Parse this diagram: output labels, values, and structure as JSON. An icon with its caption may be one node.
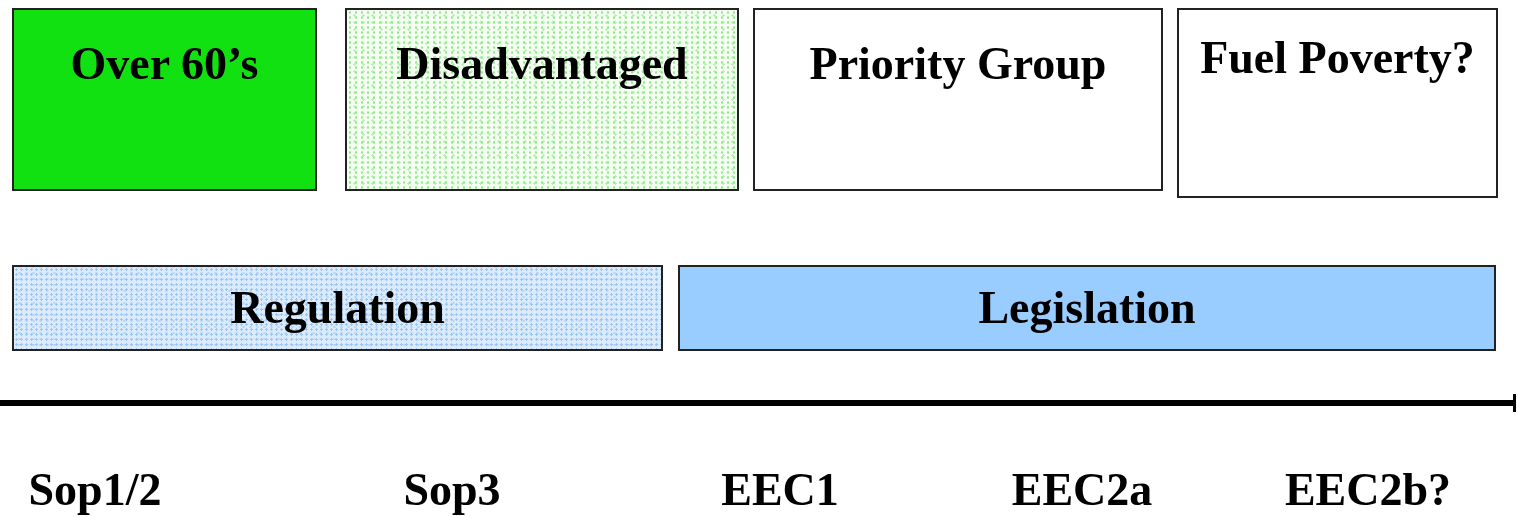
{
  "diagram": {
    "nodes": [
      {
        "text": [
          "Over 60’s"
        ]
      },
      {
        "text": [
          "Disadvantaged"
        ]
      },
      {
        "text": [
          "Priority Group"
        ]
      },
      {
        "text": [
          "Fuel Poverty?"
        ]
      },
      {
        "text": [
          "Regulation"
        ]
      },
      {
        "text": [
          "Legislation"
        ]
      }
    ],
    "labels": [
      "Sop1/2",
      "Sop3",
      "EEC1",
      "EEC2a",
      "EEC2b?"
    ]
  }
}
